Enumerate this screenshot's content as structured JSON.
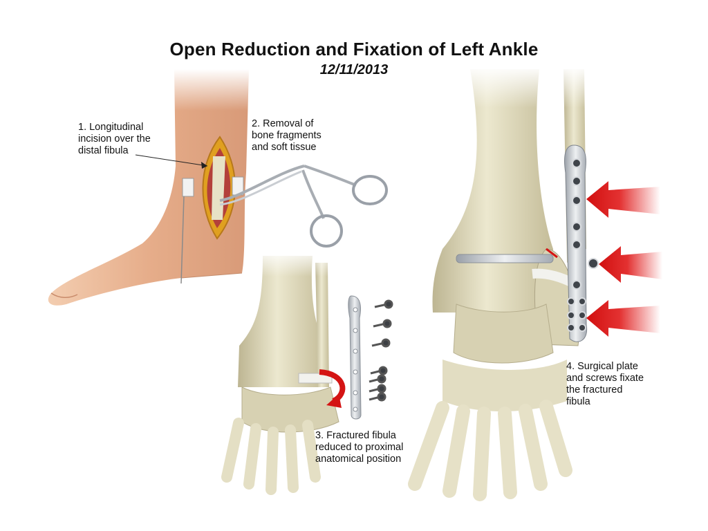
{
  "title": "Open Reduction and Fixation of Left Ankle",
  "date": "12/11/2013",
  "steps": [
    {
      "lines": [
        "1. Longitudinal",
        "incision over the",
        "distal fibula"
      ]
    },
    {
      "lines": [
        "2. Removal of",
        "bone fragments",
        "and soft tissue"
      ]
    },
    {
      "lines": [
        "3. Fractured fibula",
        "reduced to proximal",
        "anatomical position"
      ]
    },
    {
      "lines": [
        "4. Surgical plate",
        "and screws fixate",
        "the fractured",
        "fibula"
      ]
    }
  ],
  "colors": {
    "skin": "#e9b896",
    "bone": "#ddd8b8",
    "arrow": "#e01a1a",
    "metal": "#c9cdd2",
    "incision": "#e0a020"
  }
}
